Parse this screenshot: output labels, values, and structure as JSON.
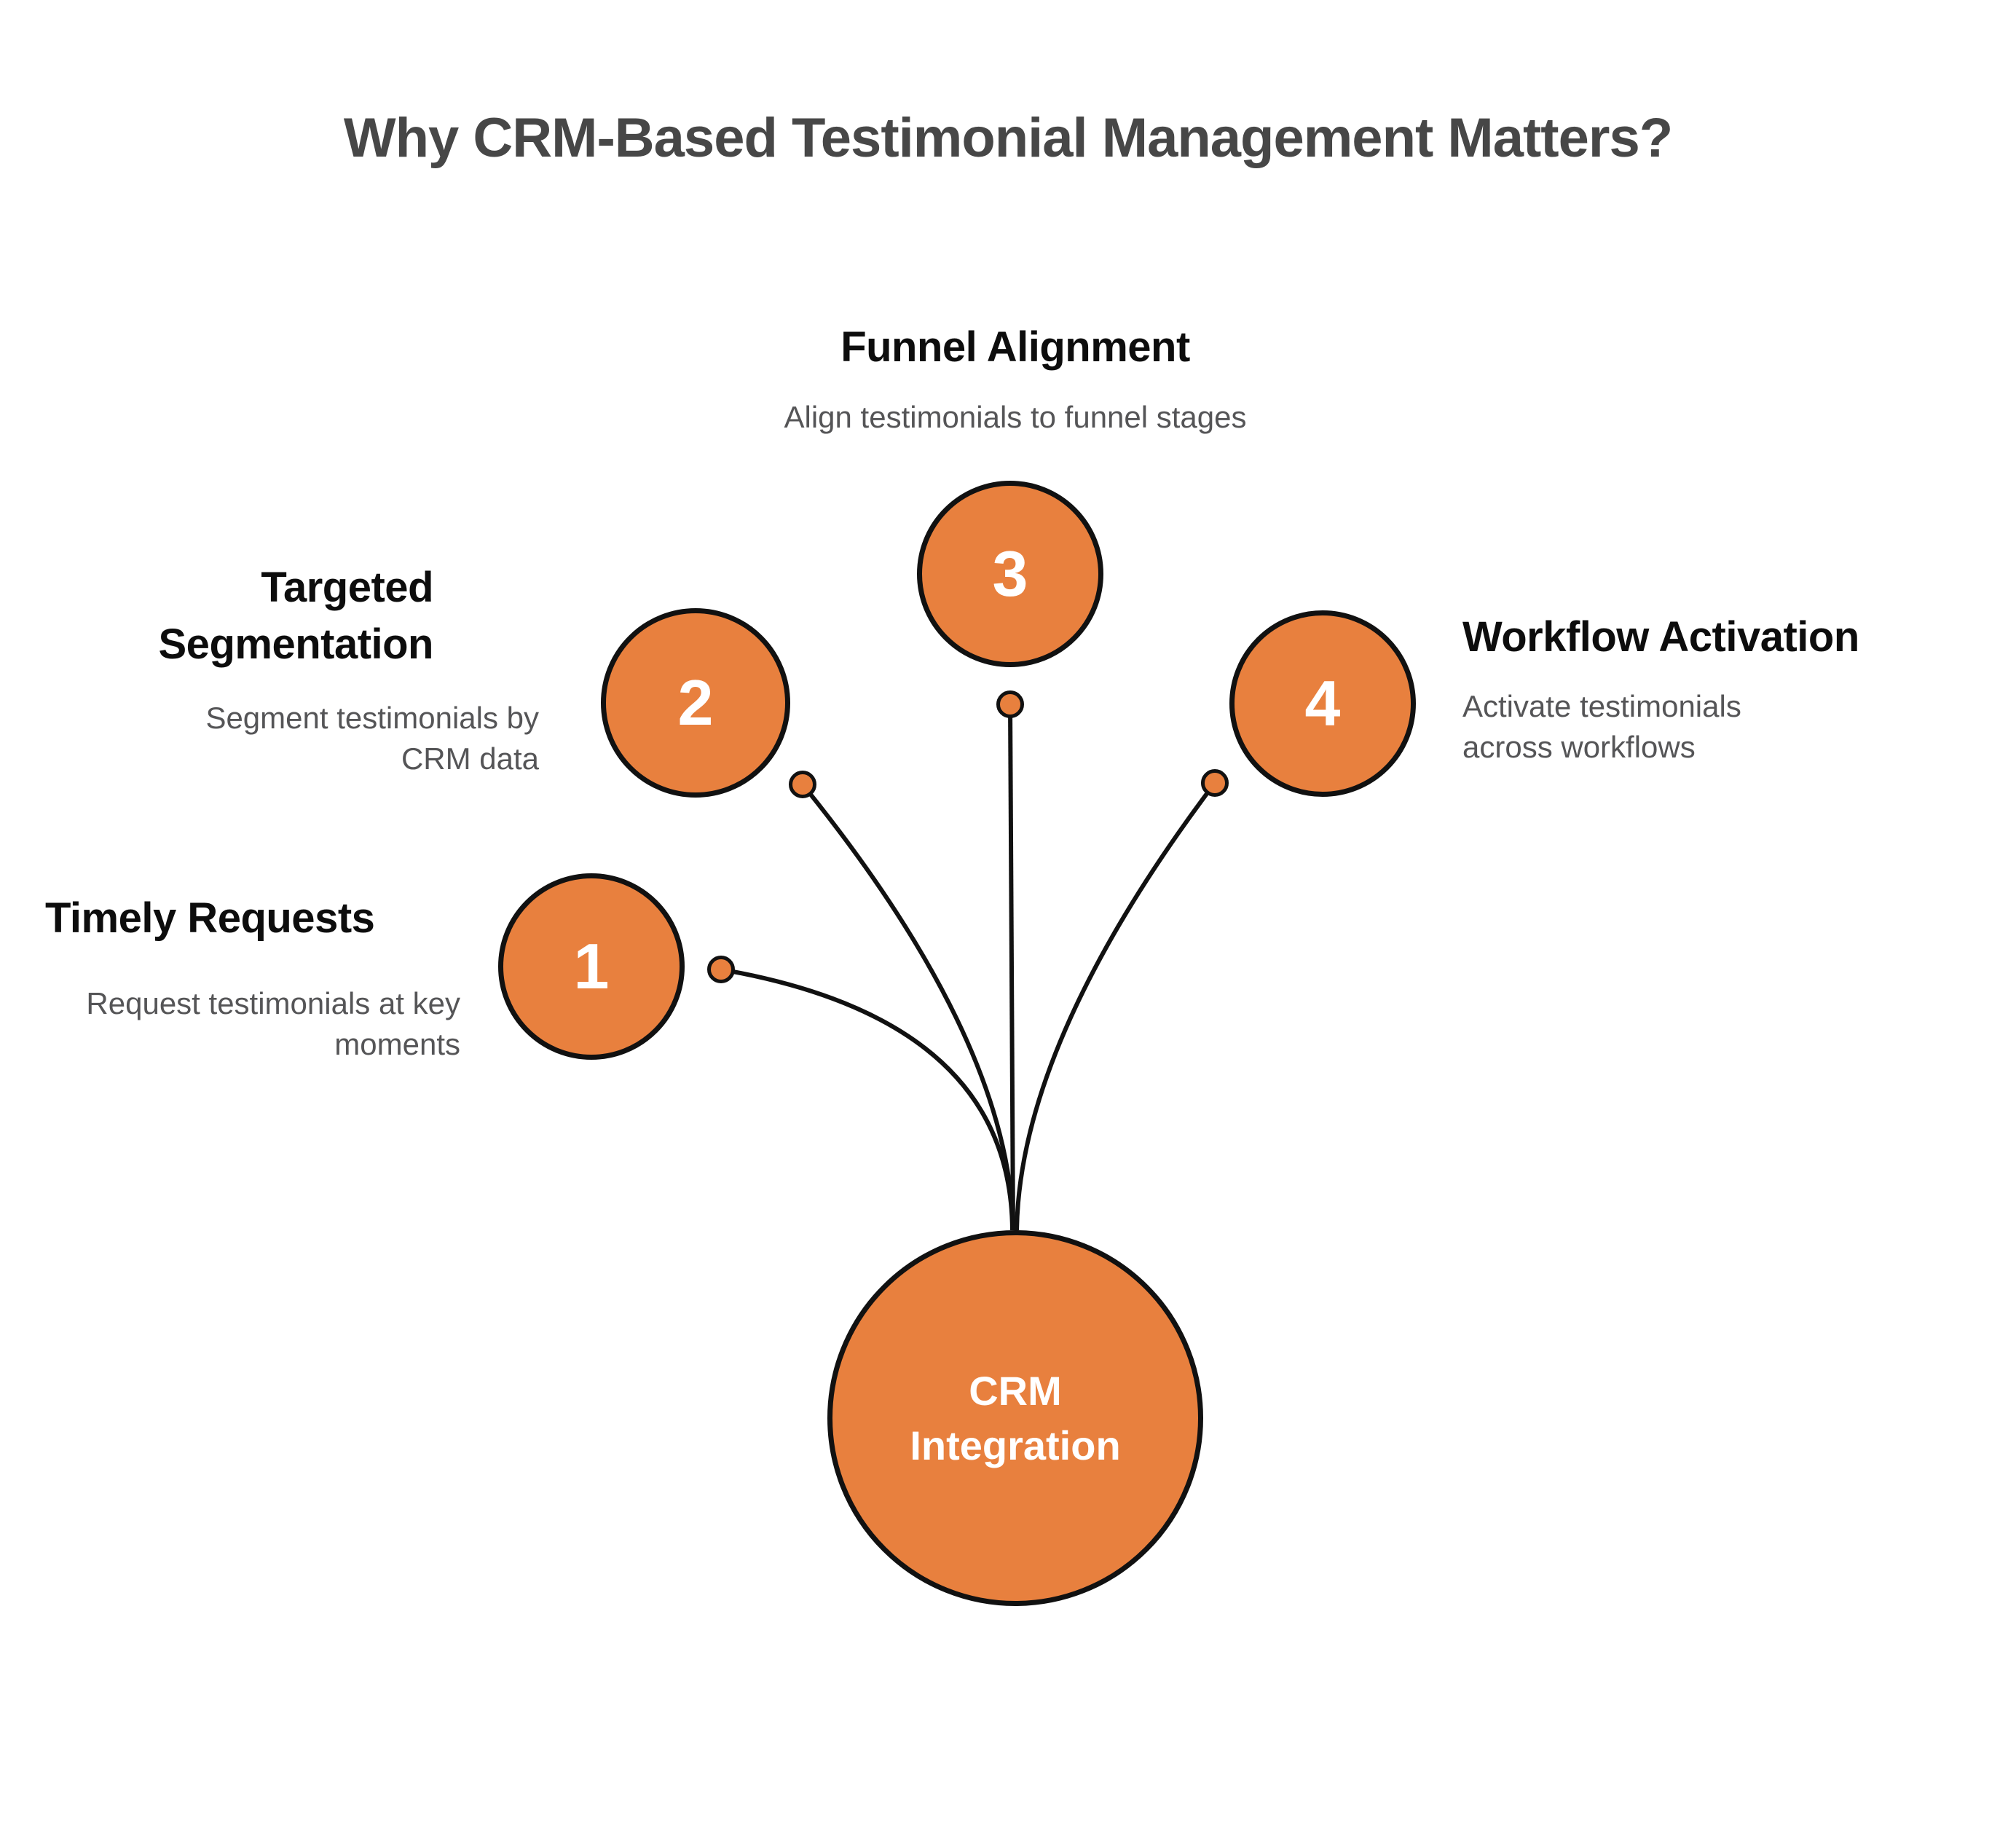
{
  "title": "Why CRM-Based Testimonial Management Matters?",
  "colors": {
    "accent": "#E8803E",
    "outline": "#111111",
    "title_text": "#474747",
    "heading_text": "#0d0d0d",
    "description_text": "#555557"
  },
  "hub": {
    "label": "CRM\nIntegration"
  },
  "nodes": [
    {
      "number": "1",
      "heading": "Timely Requests",
      "description": "Request testimonials at key\nmoments"
    },
    {
      "number": "2",
      "heading": "Targeted\nSegmentation",
      "description": "Segment testimonials by\nCRM data"
    },
    {
      "number": "3",
      "heading": "Funnel Alignment",
      "description": "Align testimonials to funnel stages"
    },
    {
      "number": "4",
      "heading": "Workflow Activation",
      "description": "Activate testimonials\nacross workflows"
    }
  ]
}
